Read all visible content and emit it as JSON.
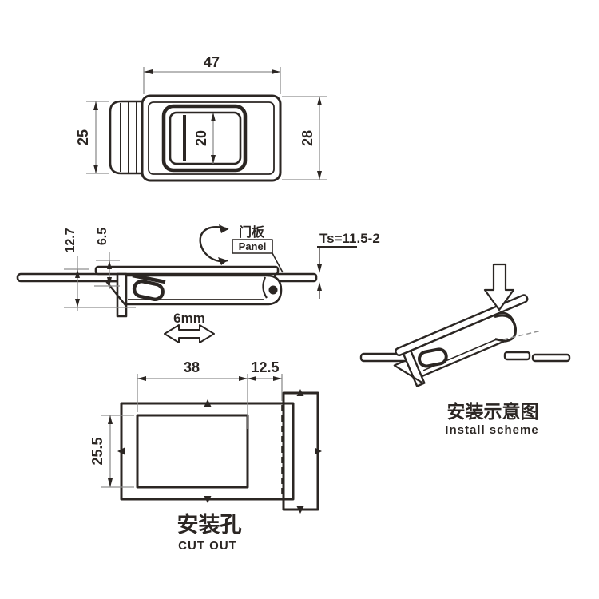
{
  "drawing": {
    "background": "#ffffff",
    "line_color": "#2b2623",
    "dim_line_color": "#8f8f8f",
    "top_view": {
      "dim_width": "47",
      "dim_cap_height": "25",
      "dim_button": "20",
      "dim_height": "28"
    },
    "side_view": {
      "dim_depth": "12.7",
      "dim_catch": "6.5",
      "dim_travel": "6mm",
      "dim_panel_thickness": "Ts=11.5-2",
      "panel_label_cn": "门板",
      "panel_label_en": "Panel"
    },
    "cutout_view": {
      "dim_width": "38",
      "dim_flange": "12.5",
      "dim_height": "25.5",
      "title_cn": "安装孔",
      "title_en": "CUT OUT"
    },
    "install_view": {
      "title_cn": "安装示意图",
      "title_en": "Install scheme"
    }
  }
}
